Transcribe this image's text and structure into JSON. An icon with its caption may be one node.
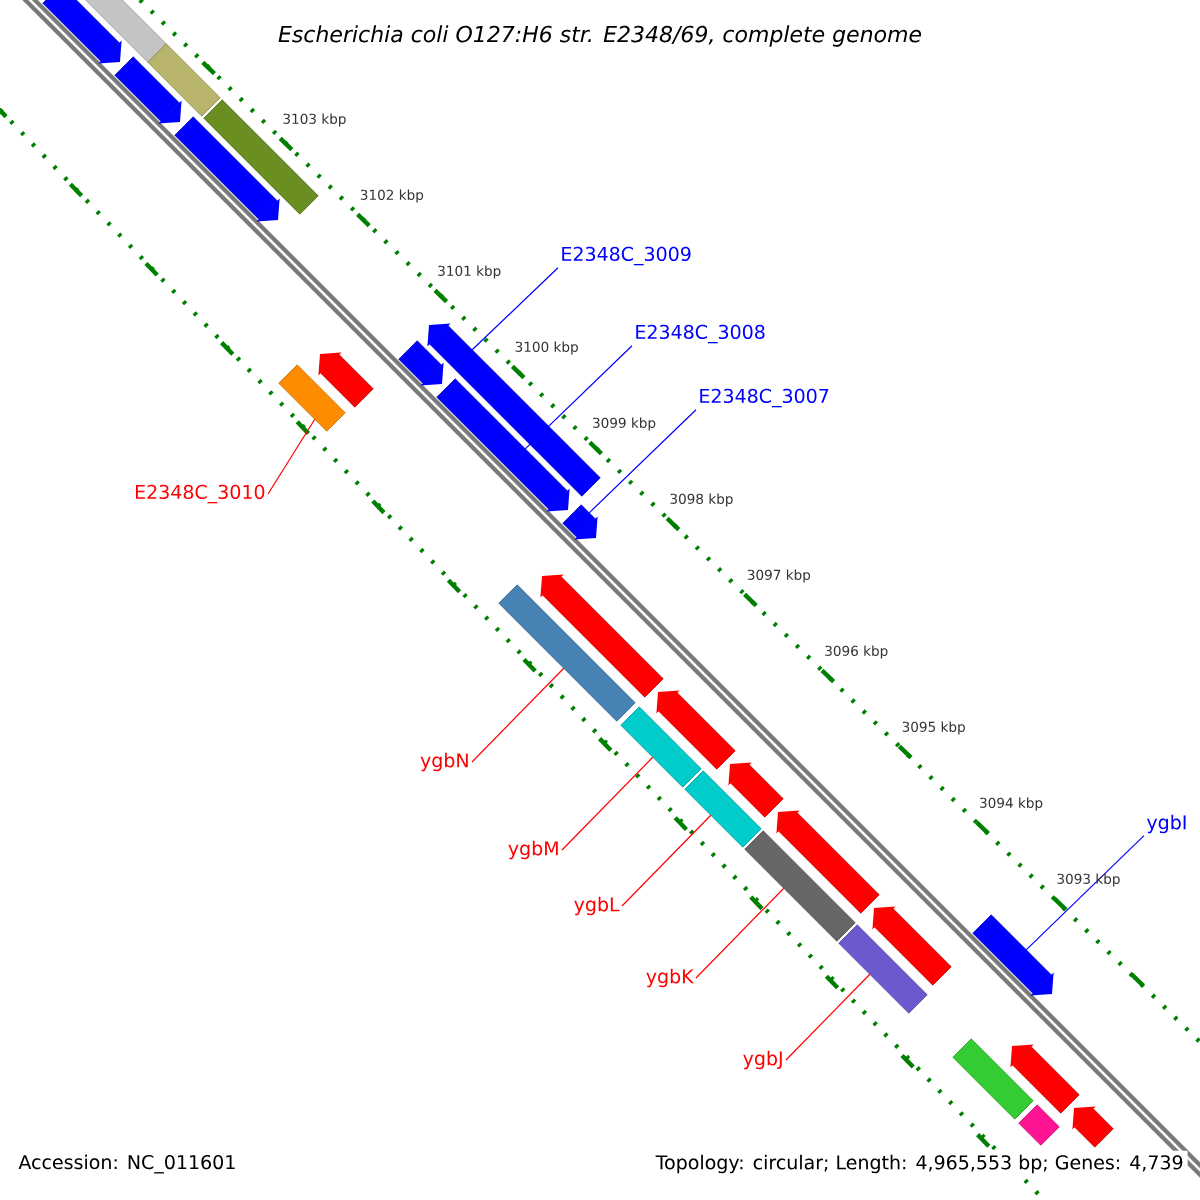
{
  "diagram": {
    "title": "Escherichia coli O127:H6 str. E2348/69, complete genome",
    "nodes": [
      {
        "text": [],
        "shape": "bar"
      },
      {
        "text": [],
        "shape": "arrow"
      },
      {
        "text": [],
        "shape": "arrow"
      },
      {
        "text": [],
        "shape": "bar"
      },
      {
        "text": [],
        "shape": "arrow"
      },
      {
        "text": [],
        "shape": "bar"
      },
      {
        "text": [],
        "shape": "bar"
      },
      {
        "text": [],
        "shape": "arrow"
      },
      {
        "text": [],
        "shape": "arrow"
      },
      {
        "text": [],
        "shape": "arrow"
      },
      {
        "text": [],
        "shape": "arrow"
      },
      {
        "text": [],
        "shape": "arrow"
      },
      {
        "text": [],
        "shape": "bar"
      },
      {
        "text": [],
        "shape": "arrow"
      },
      {
        "text": [],
        "shape": "bar"
      },
      {
        "text": [],
        "shape": "arrow"
      },
      {
        "text": [],
        "shape": "bar"
      },
      {
        "text": [],
        "shape": "arrow"
      },
      {
        "text": [],
        "shape": "arrow"
      },
      {
        "text": [],
        "shape": "bar"
      },
      {
        "text": [],
        "shape": "arrow"
      },
      {
        "text": [],
        "shape": "bar"
      },
      {
        "text": [],
        "shape": "arrow"
      },
      {
        "text": [],
        "shape": "bar"
      },
      {
        "text": [],
        "shape": "arrow"
      },
      {
        "text": [],
        "shape": "arrow"
      },
      {
        "text": [],
        "shape": "bar"
      },
      {
        "text": [
          "E2348C_3009"
        ]
      },
      {
        "text": [
          "E2348C_3008"
        ]
      },
      {
        "text": [
          "E2348C_3007"
        ]
      },
      {
        "text": [
          "E2348C_3010"
        ]
      },
      {
        "text": [
          "ygbN"
        ]
      },
      {
        "text": [
          "ygbM"
        ]
      },
      {
        "text": [
          "ygbL"
        ]
      },
      {
        "text": [
          "ygbK"
        ]
      },
      {
        "text": [
          "ygbJ"
        ]
      },
      {
        "text": [
          "ygbI"
        ]
      }
    ],
    "edges": [
      {
        "from": 27,
        "to": 8,
        "arrow": "none",
        "color": "#0000ff"
      },
      {
        "from": 28,
        "to": 10,
        "arrow": "none",
        "color": "#0000ff"
      },
      {
        "from": 29,
        "to": 11,
        "arrow": "none",
        "color": "#0000ff"
      },
      {
        "from": 30,
        "to": 6,
        "arrow": "none"
      },
      {
        "from": 31,
        "to": 12,
        "arrow": "none"
      },
      {
        "from": 32,
        "to": 14,
        "arrow": "none"
      },
      {
        "from": 33,
        "to": 16,
        "arrow": "none"
      },
      {
        "from": 34,
        "to": 19,
        "arrow": "none"
      },
      {
        "from": 35,
        "to": 21,
        "arrow": "none"
      },
      {
        "from": 36,
        "to": 22,
        "arrow": "none",
        "color": "#0000ff"
      }
    ],
    "labels": [
      "3103 kbp",
      "3102 kbp",
      "3101 kbp",
      "3100 kbp",
      "3099 kbp",
      "3098 kbp",
      "3097 kbp",
      "3096 kbp",
      "3095 kbp",
      "3094 kbp",
      "3093 kbp",
      "Accession: NC_011601",
      "Topology: circular; Length: 4,965,553 bp; Genes: 4,739"
    ]
  }
}
